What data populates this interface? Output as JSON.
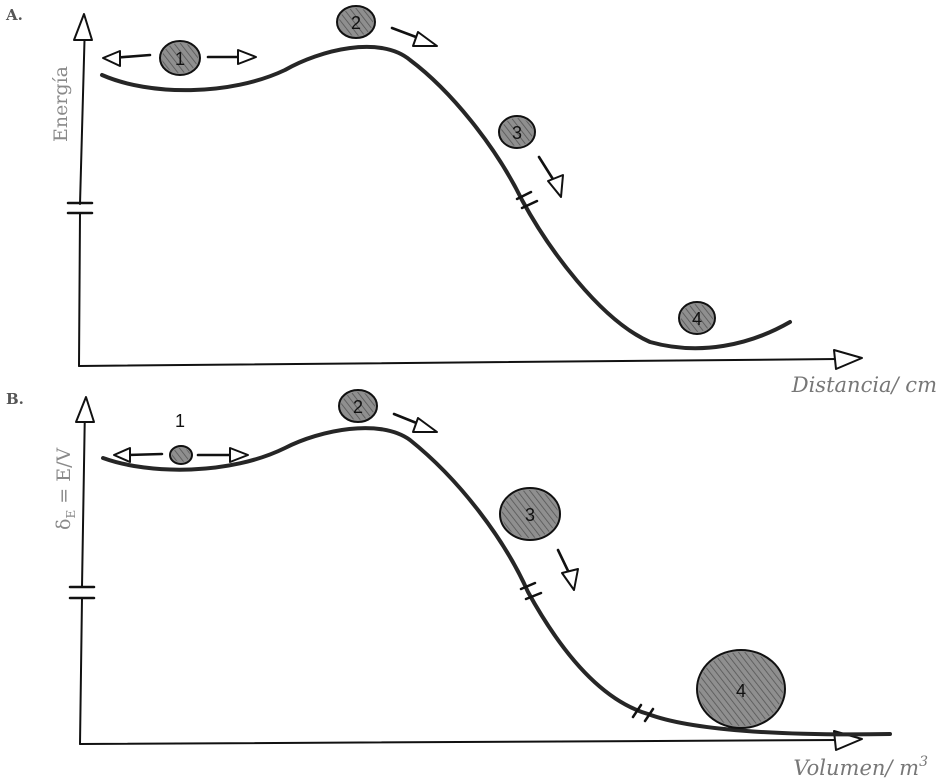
{
  "panel_a": {
    "letter": "A.",
    "y_axis_label": "Energía",
    "x_axis_label": "Distancia/ cm",
    "balls": [
      "1",
      "2",
      "3",
      "4"
    ]
  },
  "panel_b": {
    "letter": "B.",
    "y_axis_label_main": "δ",
    "y_axis_label_sub": "E",
    "y_axis_label_rest": " = E/V",
    "x_axis_label_main": "Volumen/ m",
    "x_axis_label_sup": "3",
    "balls": [
      "1",
      "2",
      "3",
      "4"
    ]
  },
  "colors": {
    "curve": "#262626",
    "ball_fill": "#8f8f8f",
    "axis_label": "#8a8a8a"
  }
}
